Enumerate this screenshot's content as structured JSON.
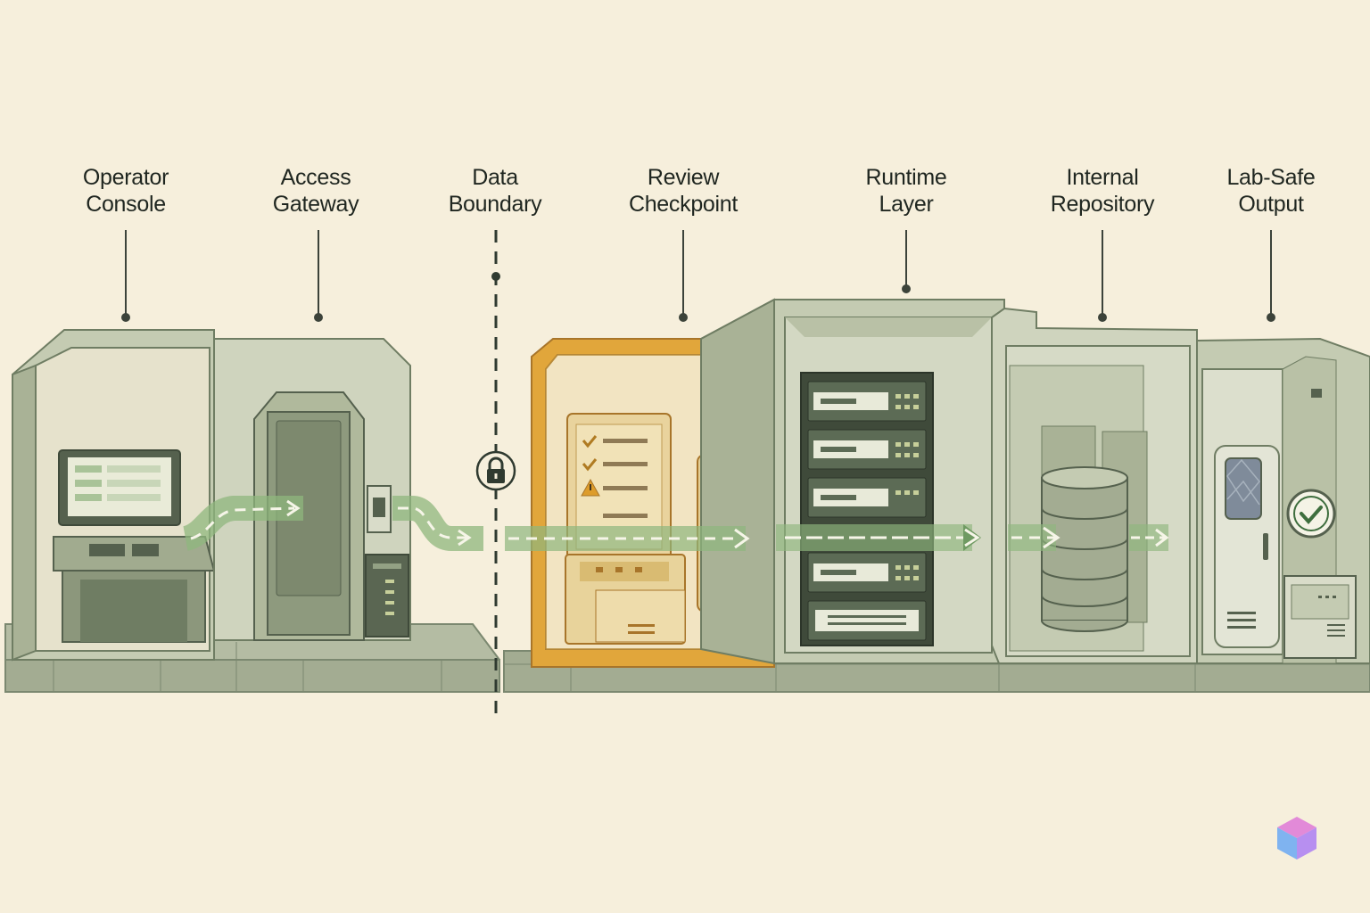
{
  "stages": [
    {
      "line1": "Operator",
      "line2": "Console"
    },
    {
      "line1": "Access",
      "line2": "Gateway"
    },
    {
      "line1": "Data",
      "line2": "Boundary"
    },
    {
      "line1": "Review",
      "line2": "Checkpoint"
    },
    {
      "line1": "Runtime",
      "line2": "Layer"
    },
    {
      "line1": "Internal",
      "line2": "Repository"
    },
    {
      "line1": "Lab-Safe",
      "line2": "Output"
    }
  ],
  "colors": {
    "background": "#f6efdc",
    "structure": "#c9cfb8",
    "structure_dark": "#6f7d63",
    "flow": "#8fb77e",
    "checkpoint": "#d9a441",
    "server": "#4d5a48"
  },
  "icons": [
    "monitor-icon",
    "door-icon",
    "lock-icon",
    "checklist-icon",
    "warning-icon",
    "server-rack-icon",
    "database-icon",
    "checkmark-icon"
  ]
}
